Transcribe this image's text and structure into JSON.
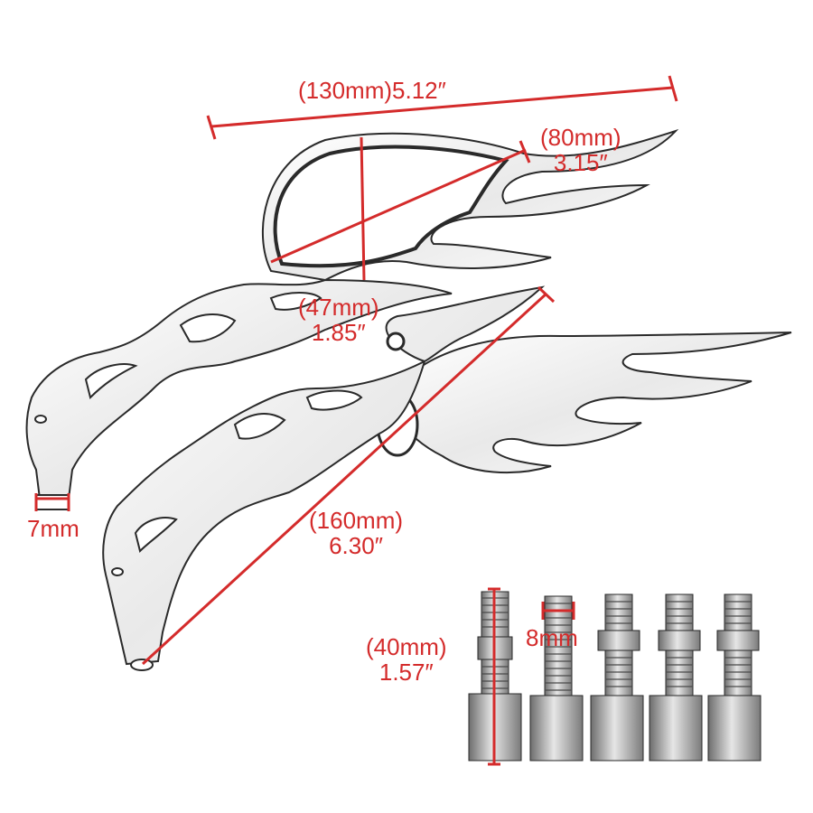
{
  "colors": {
    "dimension": "#d42b2b",
    "outline": "#2a2a2a",
    "metal": "#9a9a9a"
  },
  "dimensions": {
    "length_total": {
      "metric": "(130mm)5.12″"
    },
    "mirror_width": {
      "metric": "(80mm)",
      "imperial": "3.15″"
    },
    "mirror_height": {
      "metric": "(47mm)",
      "imperial": "1.85″"
    },
    "arm_length": {
      "metric": "(160mm)",
      "imperial": "6.30″"
    },
    "stem_hole": {
      "metric": "7mm"
    },
    "bolt_length": {
      "metric": "(40mm)",
      "imperial": "1.57″"
    },
    "bolt_thread": {
      "metric": "8mm"
    }
  },
  "adapter_bolts": [
    {
      "name": "bolt-1"
    },
    {
      "name": "bolt-2"
    },
    {
      "name": "bolt-3"
    },
    {
      "name": "bolt-4"
    },
    {
      "name": "bolt-5"
    }
  ]
}
